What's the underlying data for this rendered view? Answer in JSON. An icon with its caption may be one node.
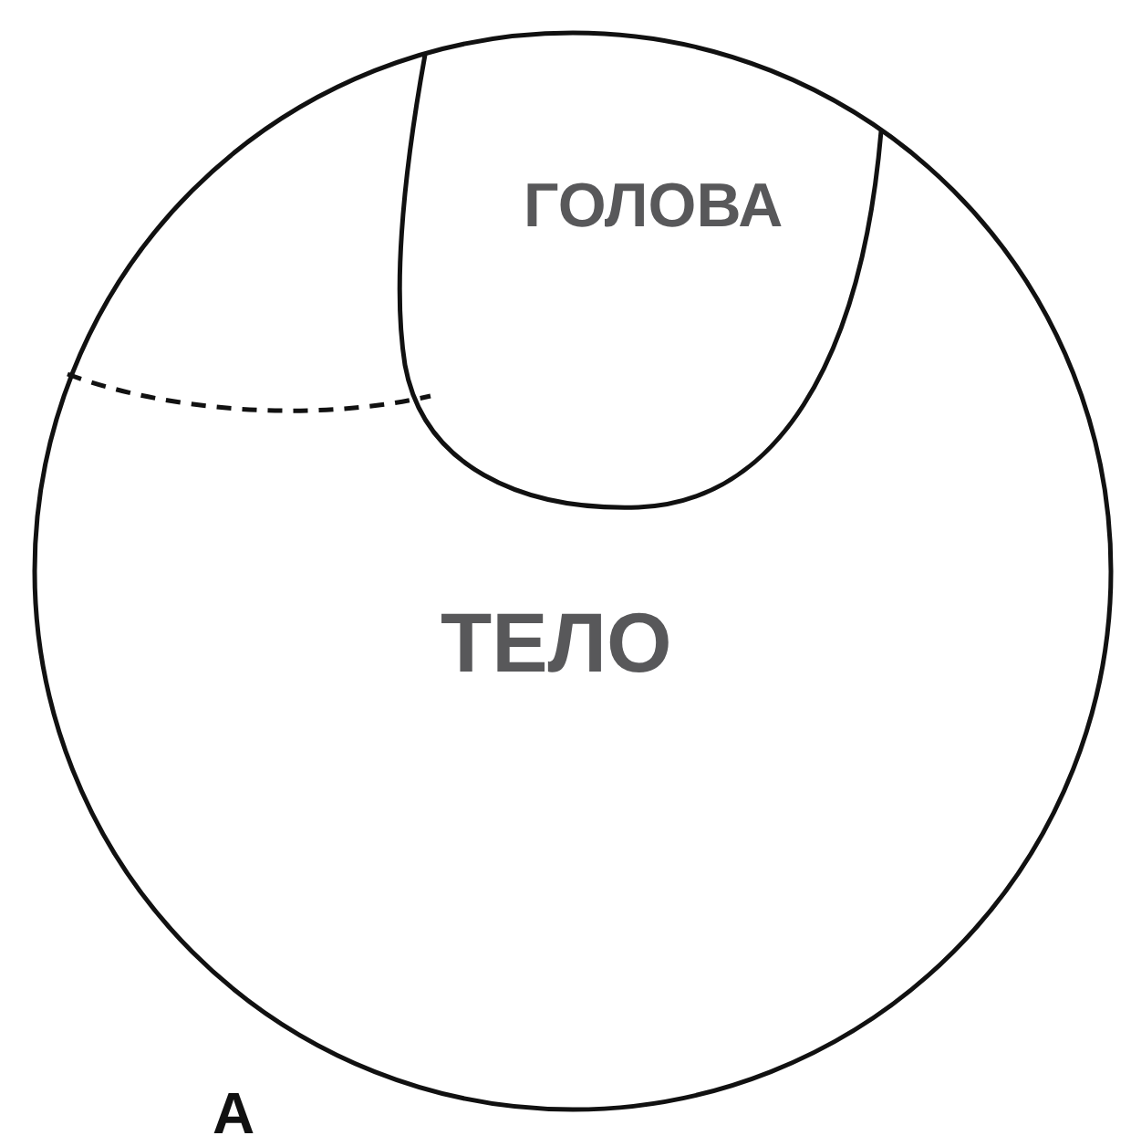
{
  "diagram": {
    "nodes": [
      {
        "text": [
          "ТЕЛО"
        ]
      },
      {
        "text": [
          "ГОЛОВА"
        ],
        "in": 0
      }
    ],
    "labels": [
      "А"
    ]
  }
}
